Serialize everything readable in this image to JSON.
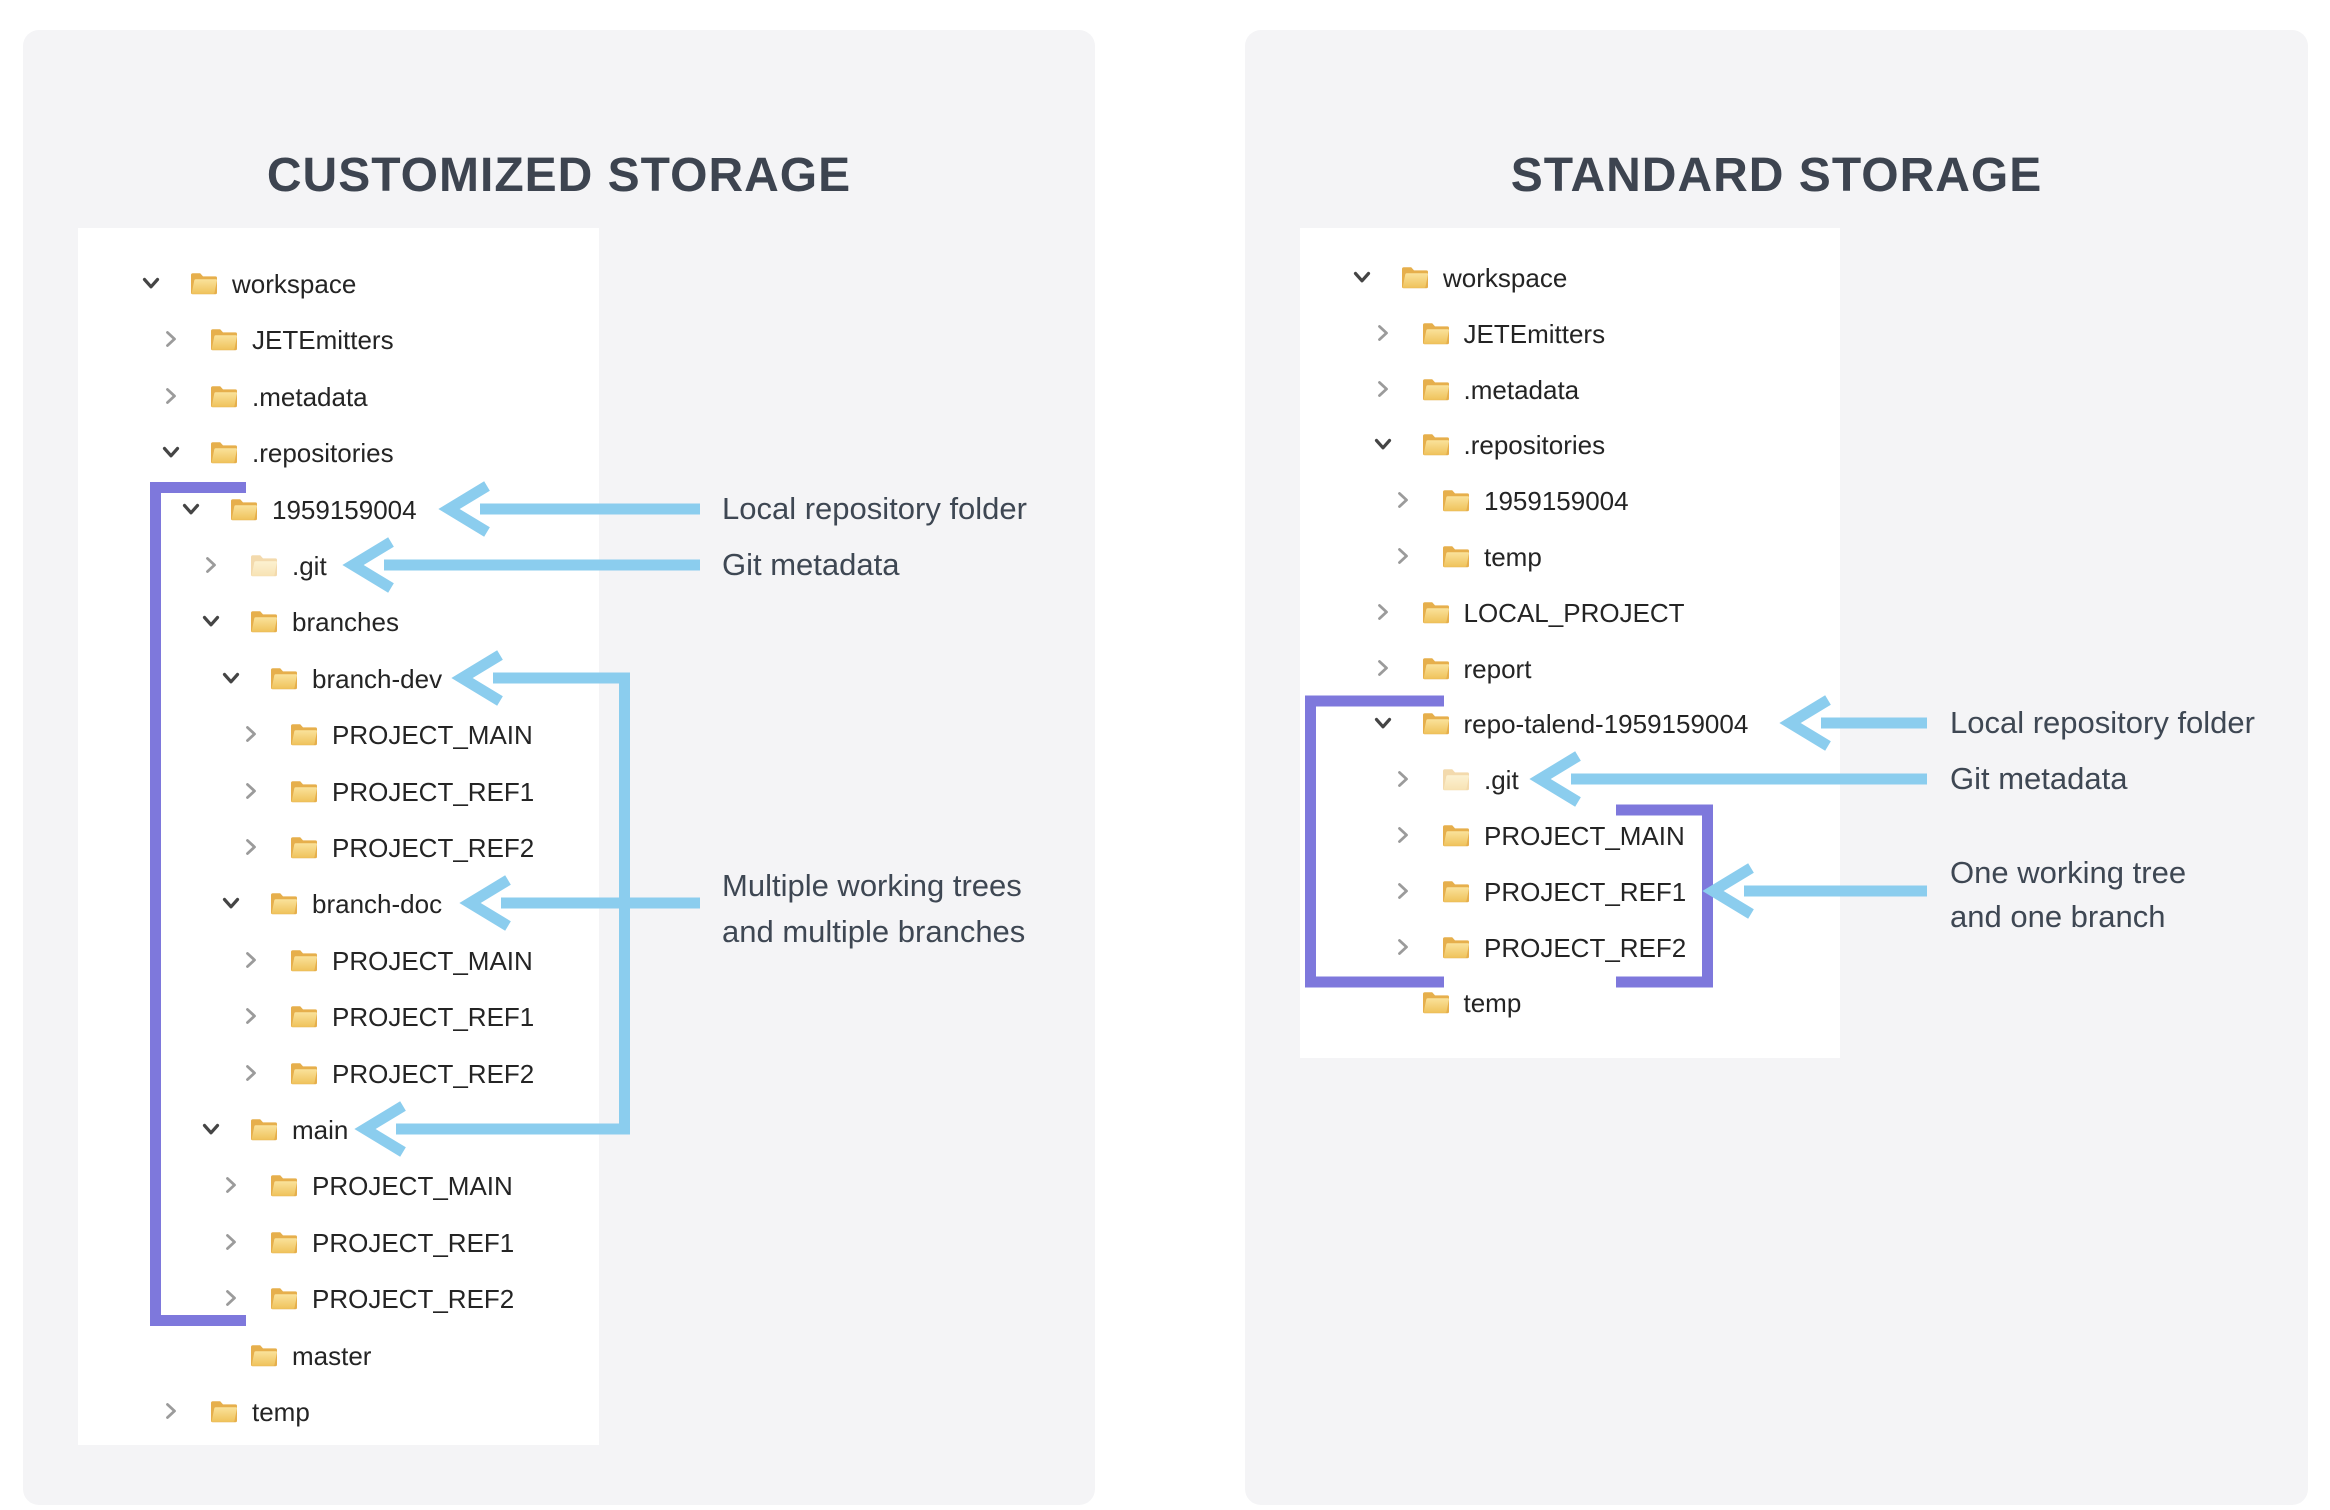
{
  "colors": {
    "page_background": "#ffffff",
    "card_background": "#f4f4f6",
    "title_text": "#3d4450",
    "tree_text": "#242424",
    "annotation_text": "#3e4753",
    "arrow_blue": "#8bcdee",
    "bracket_purple": "#7e78dc",
    "folder_back": "#e6af4c",
    "folder_front_top": "#fae29b",
    "folder_front_bottom": "#efc25b",
    "chevron_collapsed": "#9b9b9b",
    "chevron_expanded": "#454545"
  },
  "panels": [
    {
      "title": "CUSTOMIZED STORAGE",
      "tree": [
        {
          "label": "workspace",
          "level": 0,
          "state": "expanded"
        },
        {
          "label": "JETEmitters",
          "level": 1,
          "state": "collapsed"
        },
        {
          "label": ".metadata",
          "level": 1,
          "state": "collapsed"
        },
        {
          "label": ".repositories",
          "level": 1,
          "state": "expanded"
        },
        {
          "label": "1959159004",
          "level": 2,
          "state": "expanded"
        },
        {
          "label": ".git",
          "level": 3,
          "state": "collapsed",
          "faded": true
        },
        {
          "label": "branches",
          "level": 3,
          "state": "expanded"
        },
        {
          "label": "branch-dev",
          "level": 4,
          "state": "expanded"
        },
        {
          "label": "PROJECT_MAIN",
          "level": 5,
          "state": "collapsed"
        },
        {
          "label": "PROJECT_REF1",
          "level": 5,
          "state": "collapsed"
        },
        {
          "label": "PROJECT_REF2",
          "level": 5,
          "state": "collapsed"
        },
        {
          "label": "branch-doc",
          "level": 4,
          "state": "expanded"
        },
        {
          "label": "PROJECT_MAIN",
          "level": 5,
          "state": "collapsed"
        },
        {
          "label": "PROJECT_REF1",
          "level": 5,
          "state": "collapsed"
        },
        {
          "label": "PROJECT_REF2",
          "level": 5,
          "state": "collapsed"
        },
        {
          "label": "main",
          "level": 3,
          "state": "expanded"
        },
        {
          "label": "PROJECT_MAIN",
          "level": 4,
          "state": "collapsed"
        },
        {
          "label": "PROJECT_REF1",
          "level": 4,
          "state": "collapsed"
        },
        {
          "label": "PROJECT_REF2",
          "level": 4,
          "state": "collapsed"
        },
        {
          "label": "master",
          "level": 3,
          "state": "none"
        },
        {
          "label": "temp",
          "level": 1,
          "state": "collapsed"
        }
      ],
      "annotations": [
        {
          "id": "local-repo",
          "lines": [
            "Local repository folder"
          ]
        },
        {
          "id": "git-metadata",
          "lines": [
            "Git metadata"
          ]
        },
        {
          "id": "working-trees",
          "lines": [
            "Multiple working trees",
            "and multiple branches"
          ]
        }
      ]
    },
    {
      "title": "STANDARD STORAGE",
      "tree": [
        {
          "label": "workspace",
          "level": 0,
          "state": "expanded"
        },
        {
          "label": "JETEmitters",
          "level": 1,
          "state": "collapsed"
        },
        {
          "label": ".metadata",
          "level": 1,
          "state": "collapsed"
        },
        {
          "label": ".repositories",
          "level": 1,
          "state": "expanded"
        },
        {
          "label": "1959159004",
          "level": 2,
          "state": "collapsed"
        },
        {
          "label": "temp",
          "level": 2,
          "state": "collapsed"
        },
        {
          "label": "LOCAL_PROJECT",
          "level": 1,
          "state": "collapsed"
        },
        {
          "label": "report",
          "level": 1,
          "state": "collapsed"
        },
        {
          "label": "repo-talend-1959159004",
          "level": 1,
          "state": "expanded"
        },
        {
          "label": ".git",
          "level": 2,
          "state": "collapsed",
          "faded": true
        },
        {
          "label": "PROJECT_MAIN",
          "level": 2,
          "state": "collapsed"
        },
        {
          "label": "PROJECT_REF1",
          "level": 2,
          "state": "collapsed"
        },
        {
          "label": "PROJECT_REF2",
          "level": 2,
          "state": "collapsed"
        },
        {
          "label": "temp",
          "level": 1,
          "state": "none"
        }
      ],
      "annotations": [
        {
          "id": "local-repo",
          "lines": [
            "Local repository folder"
          ]
        },
        {
          "id": "git-metadata",
          "lines": [
            "Git metadata"
          ]
        },
        {
          "id": "working-tree",
          "lines": [
            "One working tree",
            "and one branch"
          ]
        }
      ]
    }
  ]
}
